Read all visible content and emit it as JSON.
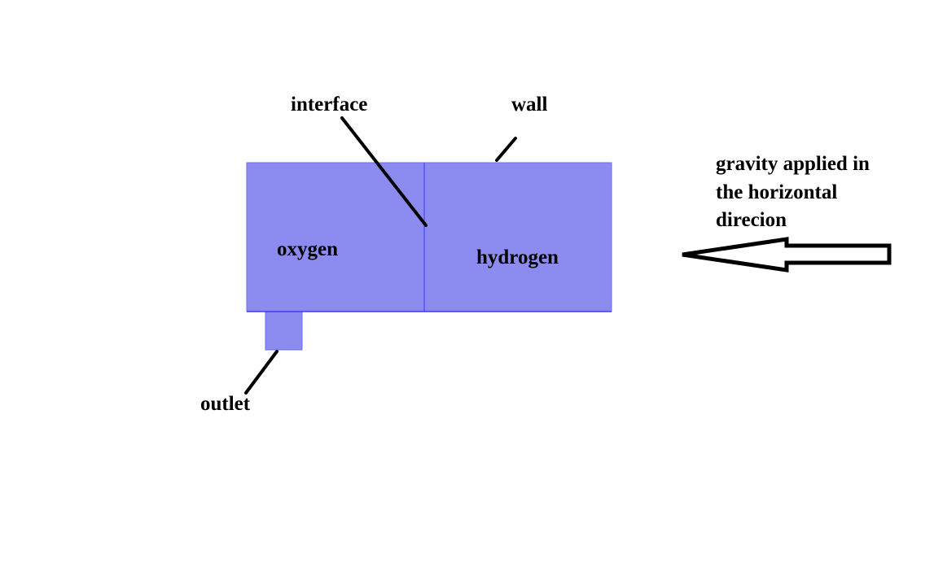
{
  "labels": {
    "interface": "interface",
    "wall": "wall",
    "oxygen": "oxygen",
    "hydrogen": "hydrogen",
    "outlet": "outlet",
    "gravity": [
      "gravity applied in",
      "the horizontal",
      "direcion"
    ]
  },
  "colors": {
    "fluid_fill": "#8c8cf0",
    "boundary_stroke": "#3c3cf0",
    "leader_line": "#000000"
  }
}
